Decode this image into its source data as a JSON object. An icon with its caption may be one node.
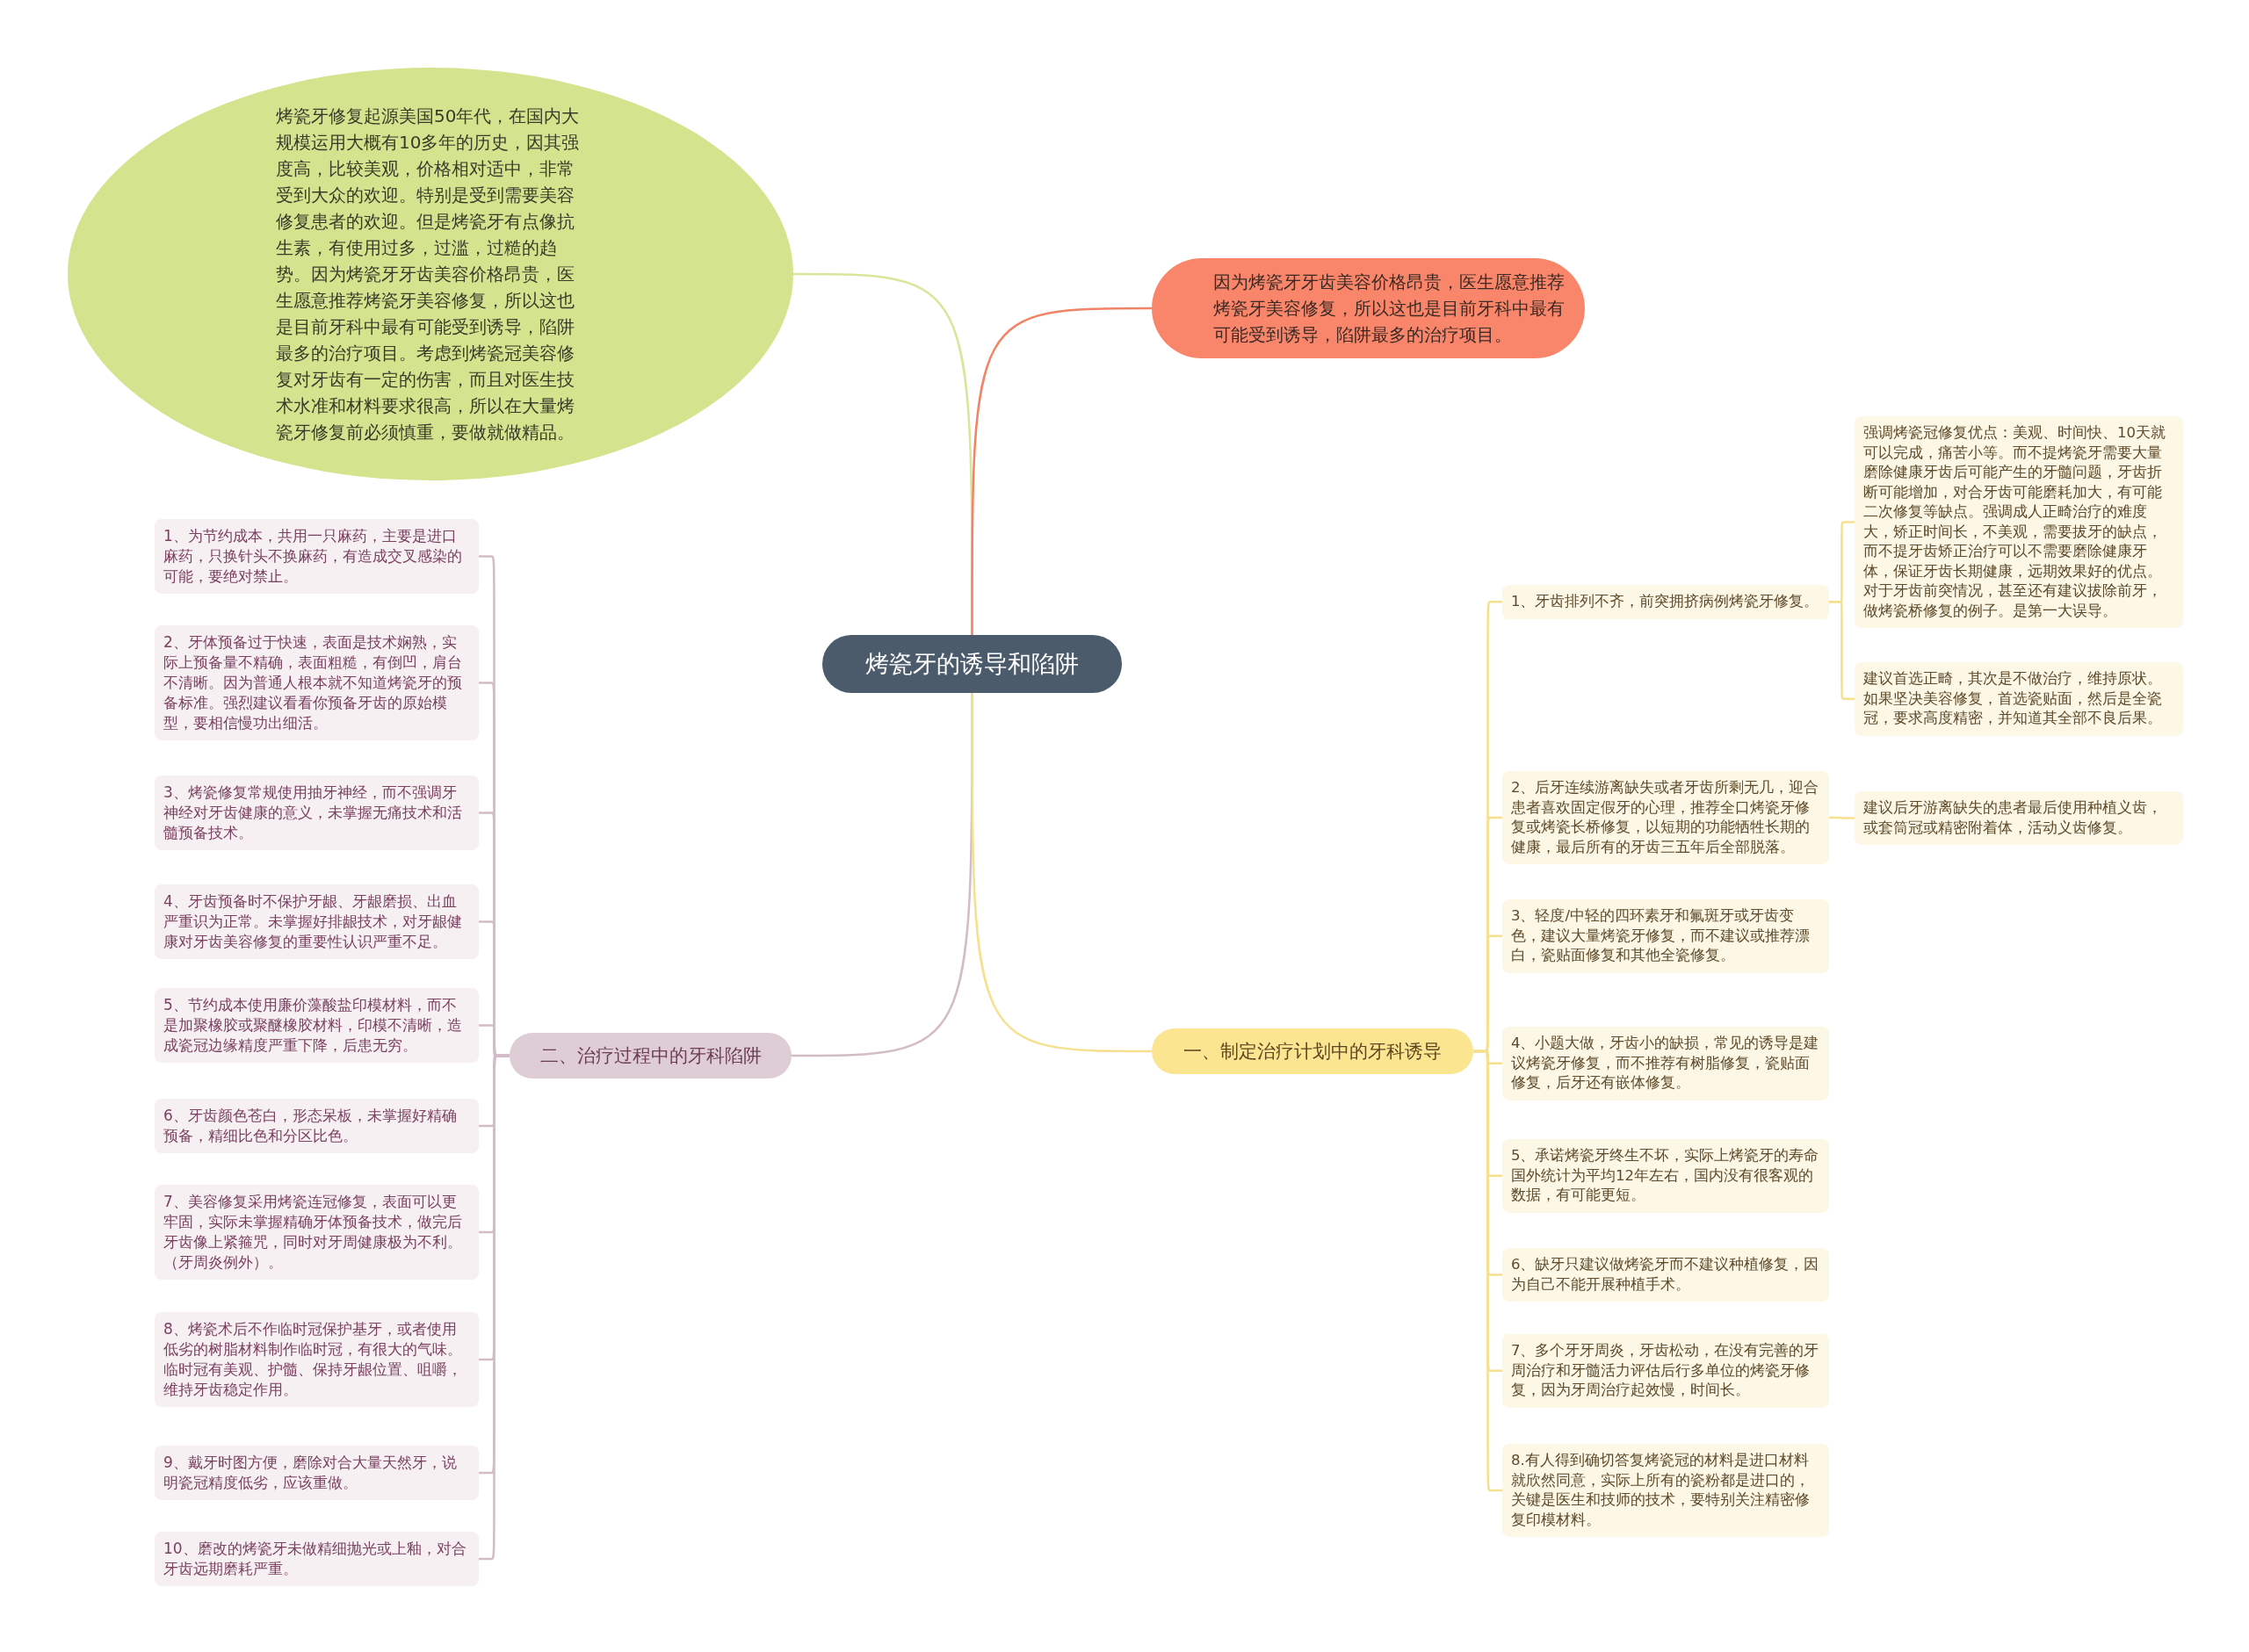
{
  "diagram": {
    "nodes": [
      {
        "text": [
          "烤瓷牙的诱导和陷阱"
        ]
      },
      {
        "text": [
          "烤瓷牙修复起源美国50年代，在国内大规模运用大概有10多年的历史，因其强度高，比较美观，价格相对适中，非常受到大众的欢迎。特别是受到需要美容修复患者的欢迎。但是烤瓷牙有点像抗生素，有使用过多，过滥，过糙的趋势。因为烤瓷牙牙齿美容价格昂贵，医生愿意推荐烤瓷牙美容修复，所以这也是目前牙科中最有可能受到诱导，陷阱最多的治疗项目。考虑到烤瓷冠美容修复对牙齿有一定的伤害，而且对医生技术水准和材料要求很高，所以在大量烤瓷牙修复前必须慎重，要做就做精品。"
        ]
      },
      {
        "text": [
          "因为烤瓷牙牙齿美容价格昂贵，医生愿意推荐烤瓷牙美容修复，所以这也是目前牙科中最有可能受到诱导，陷阱最多的治疗项目。"
        ]
      },
      {
        "text": [
          "二、治疗过程中的牙科陷阱"
        ]
      },
      {
        "text": [
          "1、为节约成本，共用一只麻药，主要是进口麻药，只换针头不换麻药，有造成交叉感染的可能，要绝对禁止。"
        ]
      },
      {
        "text": [
          "2、牙体预备过于快速，表面是技术娴熟，实际上预备量不精确，表面粗糙，有倒凹，肩台不清晰。因为普通人根本就不知道烤瓷牙的预备标准。强烈建议看看你预备牙齿的原始模型，要相信慢功出细活。"
        ]
      },
      {
        "text": [
          "3、烤瓷修复常规使用抽牙神经，而不强调牙神经对牙齿健康的意义，未掌握无痛技术和活髓预备技术。"
        ]
      },
      {
        "text": [
          "4、牙齿预备时不保护牙龈、牙龈磨损、出血严重识为正常。未掌握好排龈技术，对牙龈健康对牙齿美容修复的重要性认识严重不足。"
        ]
      },
      {
        "text": [
          "5、节约成本使用廉价藻酸盐印模材料，而不是加聚橡胶或聚醚橡胶材料，印模不清晰，造成瓷冠边缘精度严重下降，后患无穷。"
        ]
      },
      {
        "text": [
          "6、牙齿颜色苍白，形态呆板，未掌握好精确预备，精细比色和分区比色。"
        ]
      },
      {
        "text": [
          "7、美容修复采用烤瓷连冠修复，表面可以更牢固，实际未掌握精确牙体预备技术，做完后牙齿像上紧箍咒，同时对牙周健康极为不利。（牙周炎例外）。"
        ]
      },
      {
        "text": [
          "8、烤瓷术后不作临时冠保护基牙，或者使用低劣的树脂材料制作临时冠，有很大的气味。临时冠有美观、护髓、保持牙龈位置、咀嚼，维持牙齿稳定作用。"
        ]
      },
      {
        "text": [
          "9、戴牙时图方便，磨除对合大量天然牙，说明瓷冠精度低劣，应该重做。"
        ]
      },
      {
        "text": [
          "10、磨改的烤瓷牙未做精细抛光或上釉，对合牙齿远期磨耗严重。"
        ]
      },
      {
        "text": [
          "一、制定治疗计划中的牙科诱导"
        ]
      },
      {
        "text": [
          "1、牙齿排列不齐，前突拥挤病例烤瓷牙修复。"
        ]
      },
      {
        "text": [
          "强调烤瓷冠修复优点：美观、时间快、10天就可以完成，痛苦小等。而不提烤瓷牙需要大量磨除健康牙齿后可能产生的牙髓问题，牙齿折断可能增加，对合牙齿可能磨耗加大，有可能二次修复等缺点。强调成人正畸治疗的难度大，矫正时间长，不美观，需要拔牙的缺点，而不提牙齿矫正治疗可以不需要磨除健康牙体，保证牙齿长期健康，远期效果好的优点。对于牙齿前突情况，甚至还有建议拔除前牙，做烤瓷桥修复的例子。是第一大误导。"
        ]
      },
      {
        "text": [
          "建议首选正畸，其次是不做治疗，维持原状。如果坚决美容修复，首选瓷贴面，然后是全瓷冠，要求高度精密，并知道其全部不良后果。"
        ]
      },
      {
        "text": [
          "2、后牙连续游离缺失或者牙齿所剩无几，迎合患者喜欢固定假牙的心理，推荐全口烤瓷牙修复或烤瓷长桥修复，以短期的功能牺牲长期的健康，最后所有的牙齿三五年后全部脱落。"
        ]
      },
      {
        "text": [
          "建议后牙游离缺失的患者最后使用种植义齿，或套筒冠或精密附着体，活动义齿修复。"
        ]
      },
      {
        "text": [
          "3、轻度/中轻的四环素牙和氟斑牙或牙齿变色，建议大量烤瓷牙修复，而不建议或推荐漂白，瓷贴面修复和其他全瓷修复。"
        ]
      },
      {
        "text": [
          "4、小题大做，牙齿小的缺损，常见的诱导是建议烤瓷牙修复，而不推荐有树脂修复，瓷贴面修复，后牙还有嵌体修复。"
        ]
      },
      {
        "text": [
          "5、承诺烤瓷牙终生不坏，实际上烤瓷牙的寿命国外统计为平均12年左右，国内没有很客观的数据，有可能更短。"
        ]
      },
      {
        "text": [
          "6、缺牙只建议做烤瓷牙而不建议种植修复，因为自己不能开展种植手术。"
        ]
      },
      {
        "text": [
          "7、多个牙牙周炎，牙齿松动，在没有完善的牙周治疗和牙髓活力评估后行多单位的烤瓷牙修复，因为牙周治疗起效慢，时间长。"
        ]
      },
      {
        "text": [
          "8.有人得到确切答复烤瓷冠的材料是进口材料就欣然同意，实际上所有的瓷粉都是进口的，关键是医生和技师的技术，要特别关注精密修复印模材料。"
        ]
      }
    ],
    "edges": [
      {
        "from": 0,
        "to": 1,
        "arrow": "none",
        "color": "#d9e69a"
      },
      {
        "from": 0,
        "to": 2,
        "arrow": "none",
        "color": "#f08466"
      },
      {
        "from": 0,
        "to": 3,
        "arrow": "none",
        "color": "#d3bcc7"
      },
      {
        "from": 3,
        "to": 4,
        "arrow": "none",
        "color": "#d3bcc7"
      },
      {
        "from": 3,
        "to": 5,
        "arrow": "none",
        "color": "#d3bcc7"
      },
      {
        "from": 3,
        "to": 6,
        "arrow": "none",
        "color": "#d3bcc7"
      },
      {
        "from": 3,
        "to": 7,
        "arrow": "none",
        "color": "#d3bcc7"
      },
      {
        "from": 3,
        "to": 8,
        "arrow": "none",
        "color": "#d3bcc7"
      },
      {
        "from": 3,
        "to": 9,
        "arrow": "none",
        "color": "#d3bcc7"
      },
      {
        "from": 3,
        "to": 10,
        "arrow": "none",
        "color": "#d3bcc7"
      },
      {
        "from": 3,
        "to": 11,
        "arrow": "none",
        "color": "#d3bcc7"
      },
      {
        "from": 3,
        "to": 12,
        "arrow": "none",
        "color": "#d3bcc7"
      },
      {
        "from": 3,
        "to": 13,
        "arrow": "none",
        "color": "#d3bcc7"
      },
      {
        "from": 0,
        "to": 14,
        "arrow": "none",
        "color": "#f5e08e"
      },
      {
        "from": 14,
        "to": 15,
        "arrow": "none",
        "color": "#f5e08e"
      },
      {
        "from": 15,
        "to": 16,
        "arrow": "none",
        "color": "#f5e08e"
      },
      {
        "from": 15,
        "to": 17,
        "arrow": "none",
        "color": "#f5e08e"
      },
      {
        "from": 14,
        "to": 18,
        "arrow": "none",
        "color": "#f5e08e"
      },
      {
        "from": 18,
        "to": 19,
        "arrow": "none",
        "color": "#f5e08e"
      },
      {
        "from": 14,
        "to": 20,
        "arrow": "none",
        "color": "#f5e08e"
      },
      {
        "from": 14,
        "to": 21,
        "arrow": "none",
        "color": "#f5e08e"
      },
      {
        "from": 14,
        "to": 22,
        "arrow": "none",
        "color": "#f5e08e"
      },
      {
        "from": 14,
        "to": 23,
        "arrow": "none",
        "color": "#f5e08e"
      },
      {
        "from": 14,
        "to": 24,
        "arrow": "none",
        "color": "#f5e08e"
      },
      {
        "from": 14,
        "to": 25,
        "arrow": "none",
        "color": "#f5e08e"
      }
    ]
  }
}
